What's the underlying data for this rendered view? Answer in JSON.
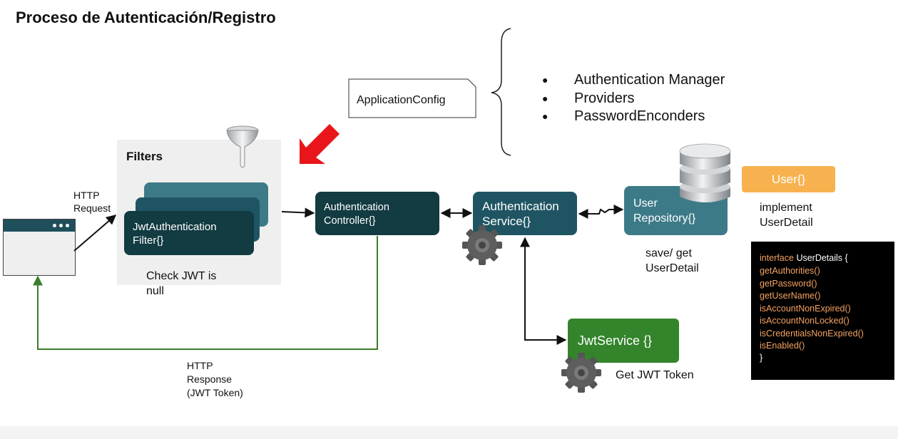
{
  "title": "Proceso de Autenticación/Registro",
  "filters": {
    "title": "Filters",
    "jwt_filter_label": "JwtAuthentication Filter{}",
    "check_text": "Check JWT is null"
  },
  "labels": {
    "http_request": "HTTP Request",
    "http_response": "HTTP Response (JWT Token)",
    "save_get": "save/ get UserDetail",
    "implement": "implement UserDetail",
    "get_jwt_token": "Get JWT Token"
  },
  "nodes": {
    "auth_controller": "Authentication Controller{}",
    "auth_service": "Authentication Service{}",
    "user_repository": "User Repository{}",
    "user": "User{}",
    "jwt_service": "JwtService {}",
    "application_config": "ApplicationConfig"
  },
  "config_items": [
    "Authentication Manager",
    "Providers",
    "PasswordEnconders"
  ],
  "code": {
    "header_keyword": "interface",
    "header_name": "UserDetails {",
    "methods": [
      "getAuthorities()",
      "getPassword()",
      "getUserName()",
      "isAccountNonExpired()",
      "isAccountNonLocked()",
      "isCredentialsNonExpired()",
      "isEnabled()"
    ],
    "closing": "}"
  },
  "colors": {
    "dark_teal": "#123b42",
    "mid_teal": "#1f5563",
    "light_teal": "#3d7a87",
    "user_orange": "#f7b24f",
    "jwt_green": "#34842c",
    "response_line": "#3a7d2a",
    "red_arrow": "#e8151b"
  },
  "icons": {
    "funnel": "funnel-icon",
    "database": "database-icon",
    "gear": "gear-icon",
    "pointer_arrow": "red-arrow-icon",
    "browser": "browser-window-icon"
  }
}
